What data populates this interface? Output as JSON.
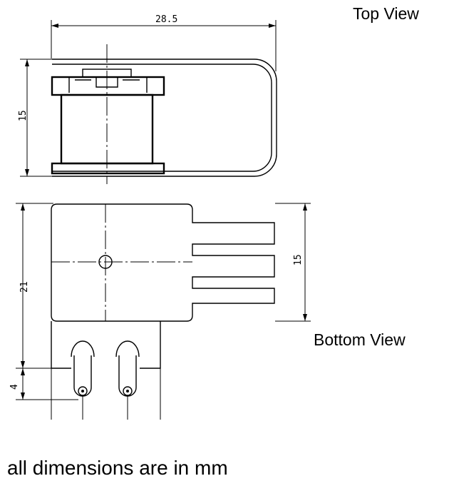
{
  "labels": {
    "top_view": "Top View",
    "bottom_view": "Bottom View",
    "units_note": "all dimensions are in mm"
  },
  "dimensions": {
    "top_width": "28.5",
    "top_height": "15",
    "bottom_height": "21",
    "pin_width": "15",
    "pin_pitch": "4"
  }
}
